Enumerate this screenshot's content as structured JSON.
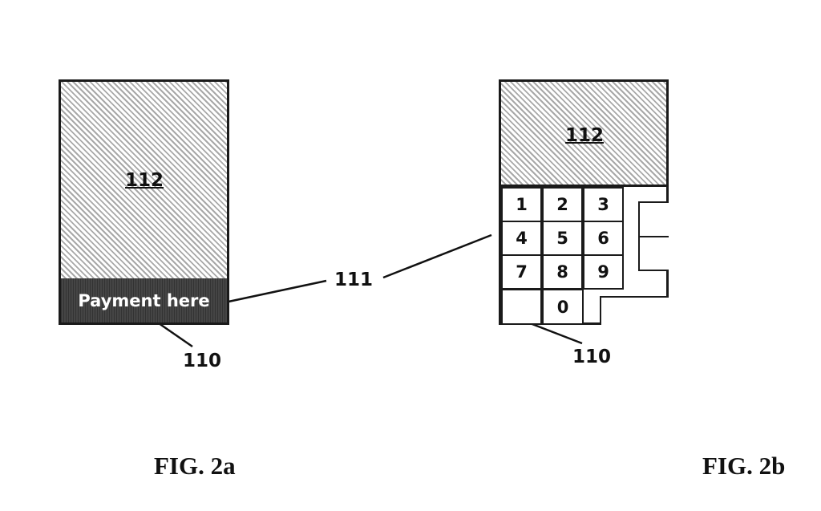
{
  "fig_a": {
    "caption": "FIG. 2a",
    "display_ref": "112",
    "payment_label": "Payment here",
    "device_ref": "110"
  },
  "fig_b": {
    "caption": "FIG. 2b",
    "display_ref": "112",
    "device_ref": "110",
    "keys": [
      "1",
      "2",
      "3",
      "4",
      "5",
      "6",
      "7",
      "8",
      "9",
      "",
      "0"
    ]
  },
  "shared_ref": "111"
}
